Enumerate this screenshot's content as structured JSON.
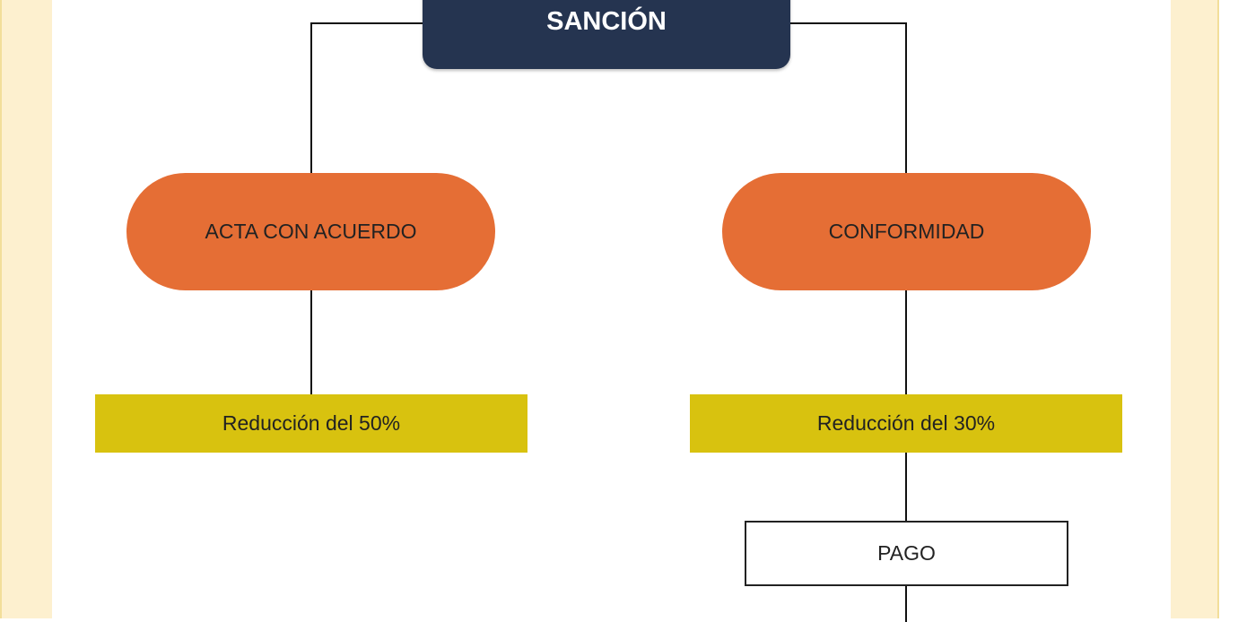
{
  "diagram": {
    "root": "SANCIÓN",
    "left": {
      "step": "ACTA CON ACUERDO",
      "result": "Reducción del 50%"
    },
    "right": {
      "step": "CONFORMIDAD",
      "result": "Reducción del 30%",
      "next": "PAGO"
    }
  },
  "colors": {
    "root": "#253450",
    "pill": "#e56e35",
    "band": "#d8c20f",
    "background_strip": "#fdf0cf"
  }
}
